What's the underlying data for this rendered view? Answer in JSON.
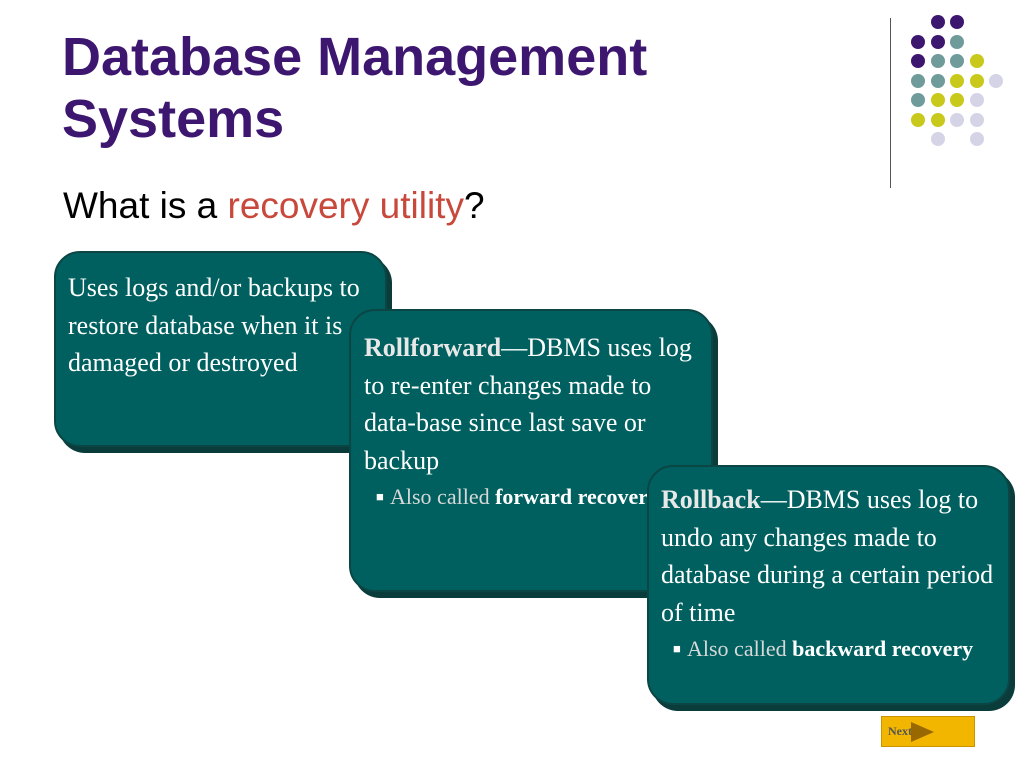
{
  "slide": {
    "title_line1": "Database Management",
    "title_line2": "Systems",
    "question_prefix": "What is a ",
    "question_highlight": "recovery utility",
    "question_suffix": "?"
  },
  "box1": {
    "text": "Uses logs and/or backups to restore database when it is damaged or destroyed"
  },
  "box2": {
    "term": "Rollforward",
    "definition": "—DBMS uses log to re-enter changes made to data-base since last save or backup",
    "sub_lead": "Also called ",
    "sub_term": "forward recovery"
  },
  "box3": {
    "term": "Rollback",
    "definition": "—DBMS uses log to undo any changes made to database during a certain period of time",
    "sub_lead": "Also called ",
    "sub_term": "backward recovery"
  },
  "nav": {
    "next_label": "Next",
    "next_icon": "play-triangle-icon"
  },
  "theme": {
    "title_color": "#3d1670",
    "highlight_color": "#c8493c",
    "box_color": "#00605f",
    "button_color": "#f2b600",
    "dot_colors": [
      "#3d1670",
      "#6f9b9a",
      "#c9c91b",
      "#d4d4e6"
    ]
  }
}
